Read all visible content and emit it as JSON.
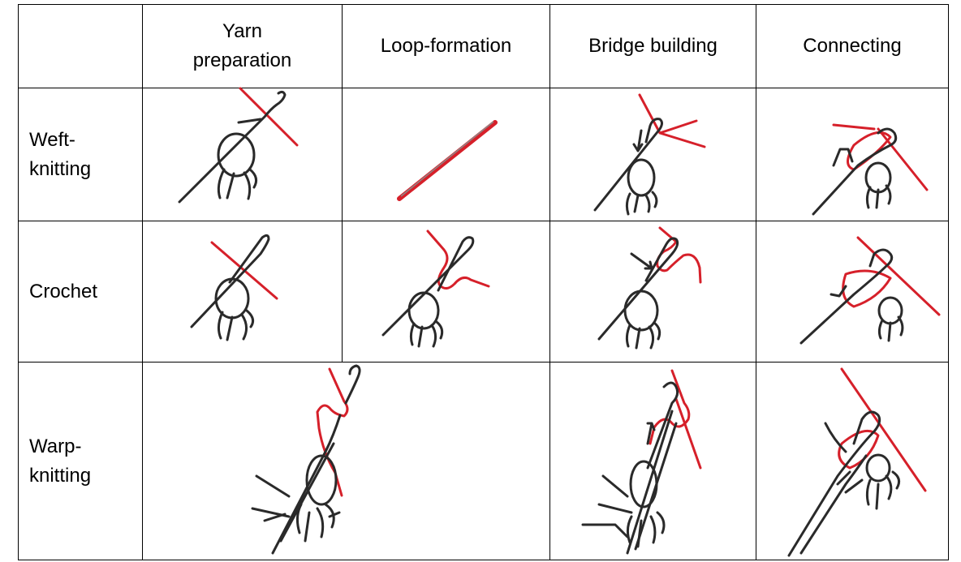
{
  "table": {
    "header": {
      "col1": "Yarn\npreparation",
      "col2": "Loop-formation",
      "col3": "Bridge building",
      "col4": "Connecting"
    },
    "rows": [
      {
        "label": "Weft-\nknitting"
      },
      {
        "label": "Crochet"
      },
      {
        "label": "Warp-\nknitting"
      }
    ]
  },
  "colors": {
    "loop_yarn": "#d6202a",
    "needle": "#2a2a2a",
    "grid_line": "#000000"
  }
}
